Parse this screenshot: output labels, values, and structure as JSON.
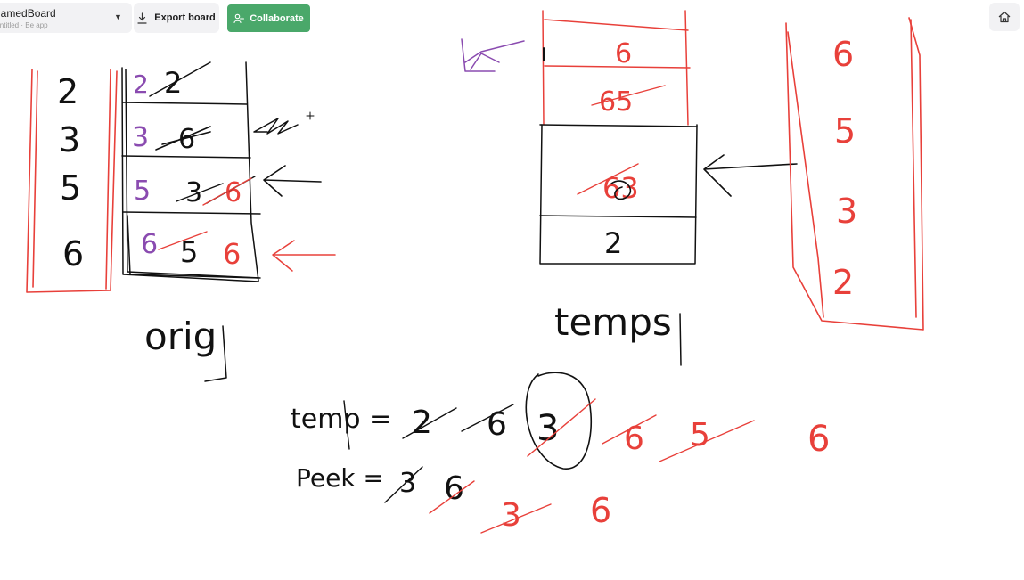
{
  "toolbar": {
    "board_title": "namedBoard",
    "board_subtitle": "Untitled · Be app",
    "export_label": "Export board",
    "collaborate_label": "Collaborate"
  },
  "colors": {
    "collaborate": "#4aa86a",
    "ink_black": "#111111",
    "ink_red": "#e8403a",
    "ink_purple": "#8a4bb0"
  },
  "icons": {
    "menu": "chevron-down-icon",
    "export": "download-icon",
    "collaborate": "user-add-icon",
    "home": "home-icon"
  },
  "drawing": {
    "orig_label": "orig",
    "temps_label": "temps",
    "orig_stack": [
      "2",
      "3",
      "5",
      "6"
    ],
    "orig_table_purple": [
      "2",
      "3",
      "5",
      "6"
    ],
    "orig_table_black": [
      "2",
      "6",
      "3",
      "5"
    ],
    "orig_table_red": [
      "6",
      "6"
    ],
    "temps_table": [
      "6",
      "65",
      "63",
      "2"
    ],
    "temps_stack": [
      "6",
      "5",
      "3",
      "2"
    ],
    "temp_expr_label": "temp =",
    "temp_values": [
      "2",
      "6",
      "3",
      "6",
      "5",
      "6"
    ],
    "peek_expr_label": "Peek =",
    "peek_values": [
      "3",
      "6",
      "3",
      "6"
    ]
  },
  "footer": {
    "text": ""
  }
}
